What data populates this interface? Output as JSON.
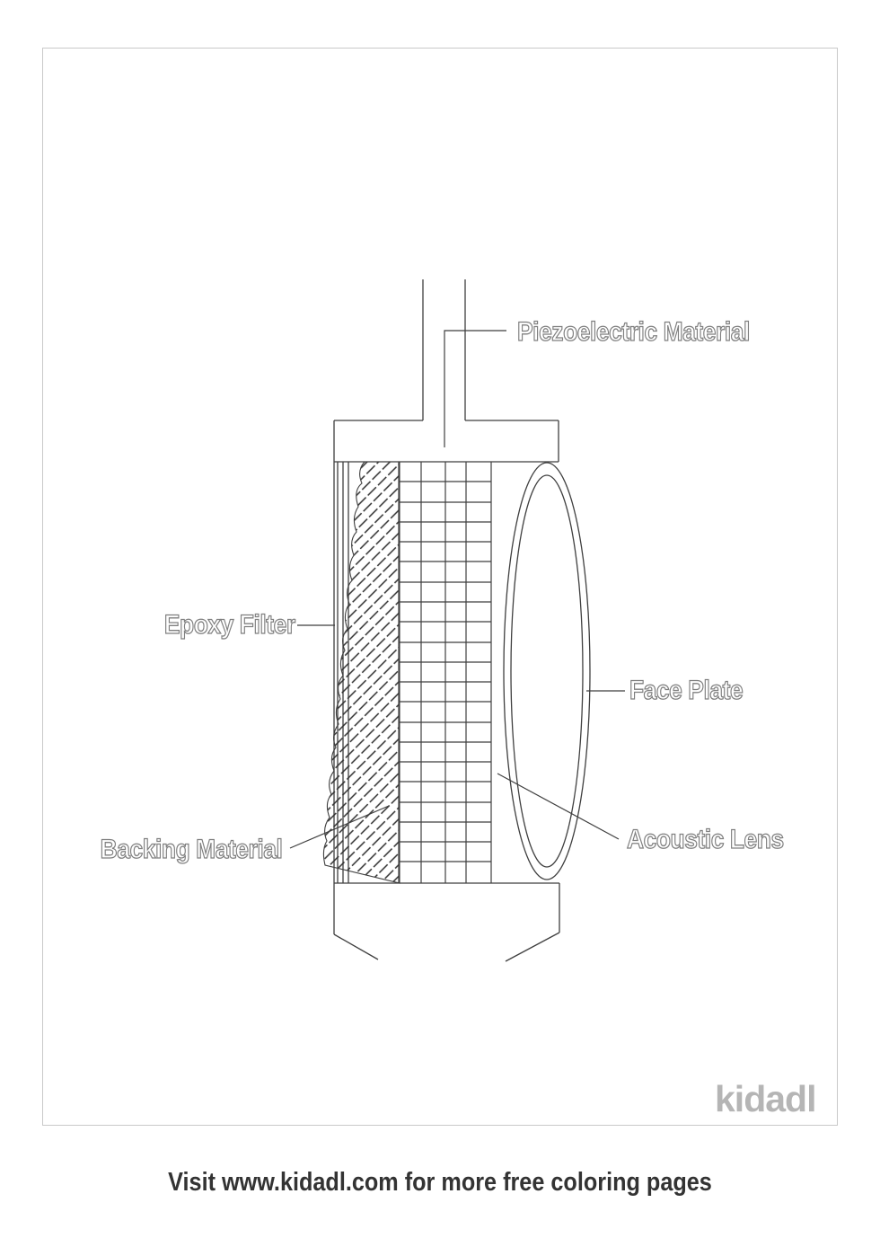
{
  "diagram": {
    "labels": {
      "piezoelectric": "Piezoelectric Material",
      "epoxy_filter": "Epoxy Filter",
      "face_plate": "Face Plate",
      "acoustic_lens": "Acoustic Lens",
      "backing_material": "Backing Material"
    },
    "colors": {
      "line": "#3f3f3f",
      "hatch": "#2f2f2f",
      "label_outline": "#7f7f7f",
      "label_fill": "#ffffff",
      "page_border": "#c9c9c9",
      "watermark": "#b5b5b5",
      "footer": "#333333",
      "background": "#ffffff"
    }
  },
  "branding": {
    "watermark": "kidadl",
    "footer": "Visit www.kidadl.com for more free coloring pages"
  }
}
